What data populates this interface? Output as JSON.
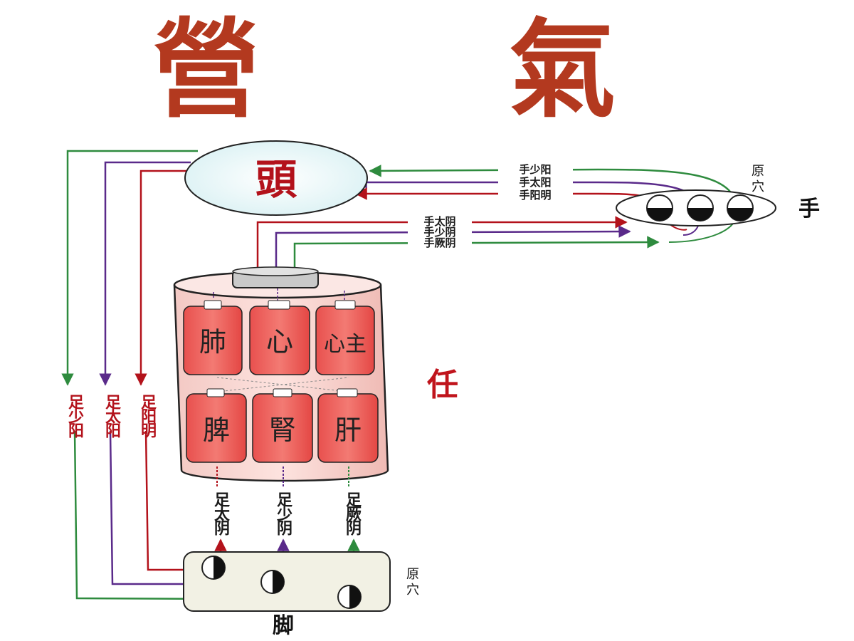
{
  "title": {
    "char1": "營",
    "char2": "氣"
  },
  "head": {
    "label": "頭"
  },
  "hand": {
    "label": "手",
    "yuanxue_label": [
      "原",
      "穴"
    ],
    "yang_channels": [
      "手少阳",
      "手太阳",
      "手阳明"
    ],
    "yin_channels": [
      "手太阴",
      "手少阴",
      "手厥阴"
    ]
  },
  "ren": {
    "label": "任"
  },
  "organs": {
    "upper": [
      "肺",
      "心",
      "心主"
    ],
    "lower": [
      "脾",
      "腎",
      "肝"
    ]
  },
  "foot": {
    "label": "脚",
    "yuanxue_label": [
      "原",
      "穴"
    ],
    "yang_channels": [
      "足少阳",
      "足太阳",
      "足阳明"
    ],
    "yin_channels": [
      "足太阴",
      "足少阴",
      "足厥阴"
    ]
  },
  "colors": {
    "red": "#b3121b",
    "purple": "#5a2a8a",
    "green": "#2e8b3e",
    "title": "#b3391f"
  }
}
